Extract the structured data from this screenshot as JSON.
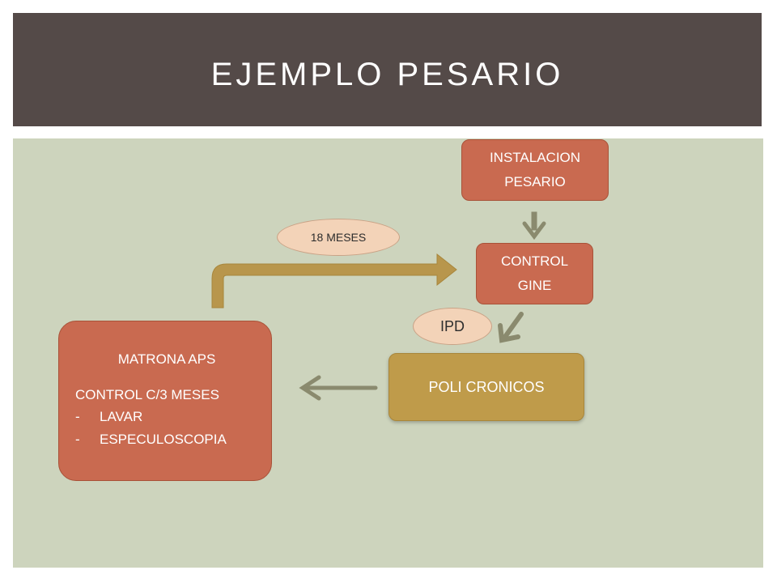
{
  "slide": {
    "title": "EJEMPLO PESARIO"
  },
  "nodes": {
    "instalacion": [
      "INSTALACION",
      "PESARIO"
    ],
    "control": [
      "CONTROL",
      "GINE"
    ],
    "poli": "POLI CRONICOS",
    "matrona": {
      "title": "MATRONA APS",
      "line": "CONTROL C/3 MESES",
      "items": [
        "LAVAR",
        "ESPECULOSCOPIA"
      ],
      "dash": "-"
    }
  },
  "labels": {
    "meses": "18 MESES",
    "ipd": "IPD"
  },
  "colors": {
    "title_bar": "#544a48",
    "background": "#cdd4bd",
    "box_red": "#c96a50",
    "box_gold": "#bf9b4a",
    "oval": "#f3d3b8",
    "arrow_gray": "#8a8a6e",
    "arrow_gold": "#b8964c"
  }
}
